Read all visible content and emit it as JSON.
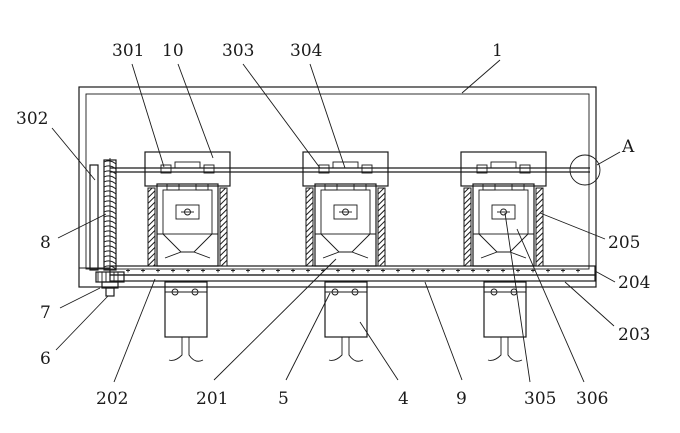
{
  "diagram": {
    "labels": {
      "l301": "301",
      "l10": "10",
      "l303": "303",
      "l304": "304",
      "l1": "1",
      "l302": "302",
      "lA": "A",
      "l8": "8",
      "l205": "205",
      "l204": "204",
      "l7": "7",
      "l203": "203",
      "l6": "6",
      "l202": "202",
      "l201": "201",
      "l5": "5",
      "l4": "4",
      "l9": "9",
      "l305": "305",
      "l306": "306"
    }
  }
}
